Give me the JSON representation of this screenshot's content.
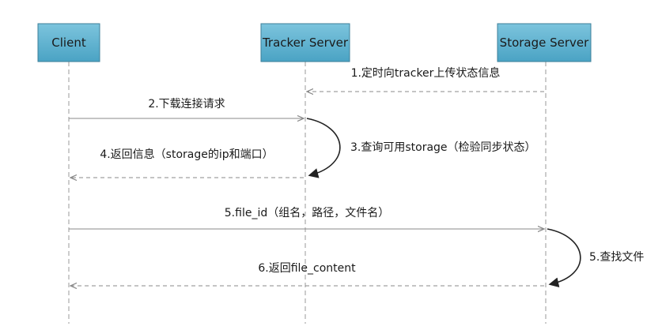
{
  "participants": {
    "client": "Client",
    "tracker": "Tracker Server",
    "storage": "Storage Server"
  },
  "messages": {
    "m1": "1.定时向tracker上传状态信息",
    "m2": "2.下载连接请求",
    "m3": "3.查询可用storage（检验同步状态）",
    "m4": "4.返回信息（storage的ip和端口）",
    "m5": "5.file_id（组名，路径，文件名）",
    "m6": "5.查找文件",
    "m7": "6.返回file_content"
  },
  "colors": {
    "box_fill": "#5fb2cf",
    "box_border": "#3d7f99",
    "line": "#8a8a8a",
    "text": "#1a1a1a"
  }
}
